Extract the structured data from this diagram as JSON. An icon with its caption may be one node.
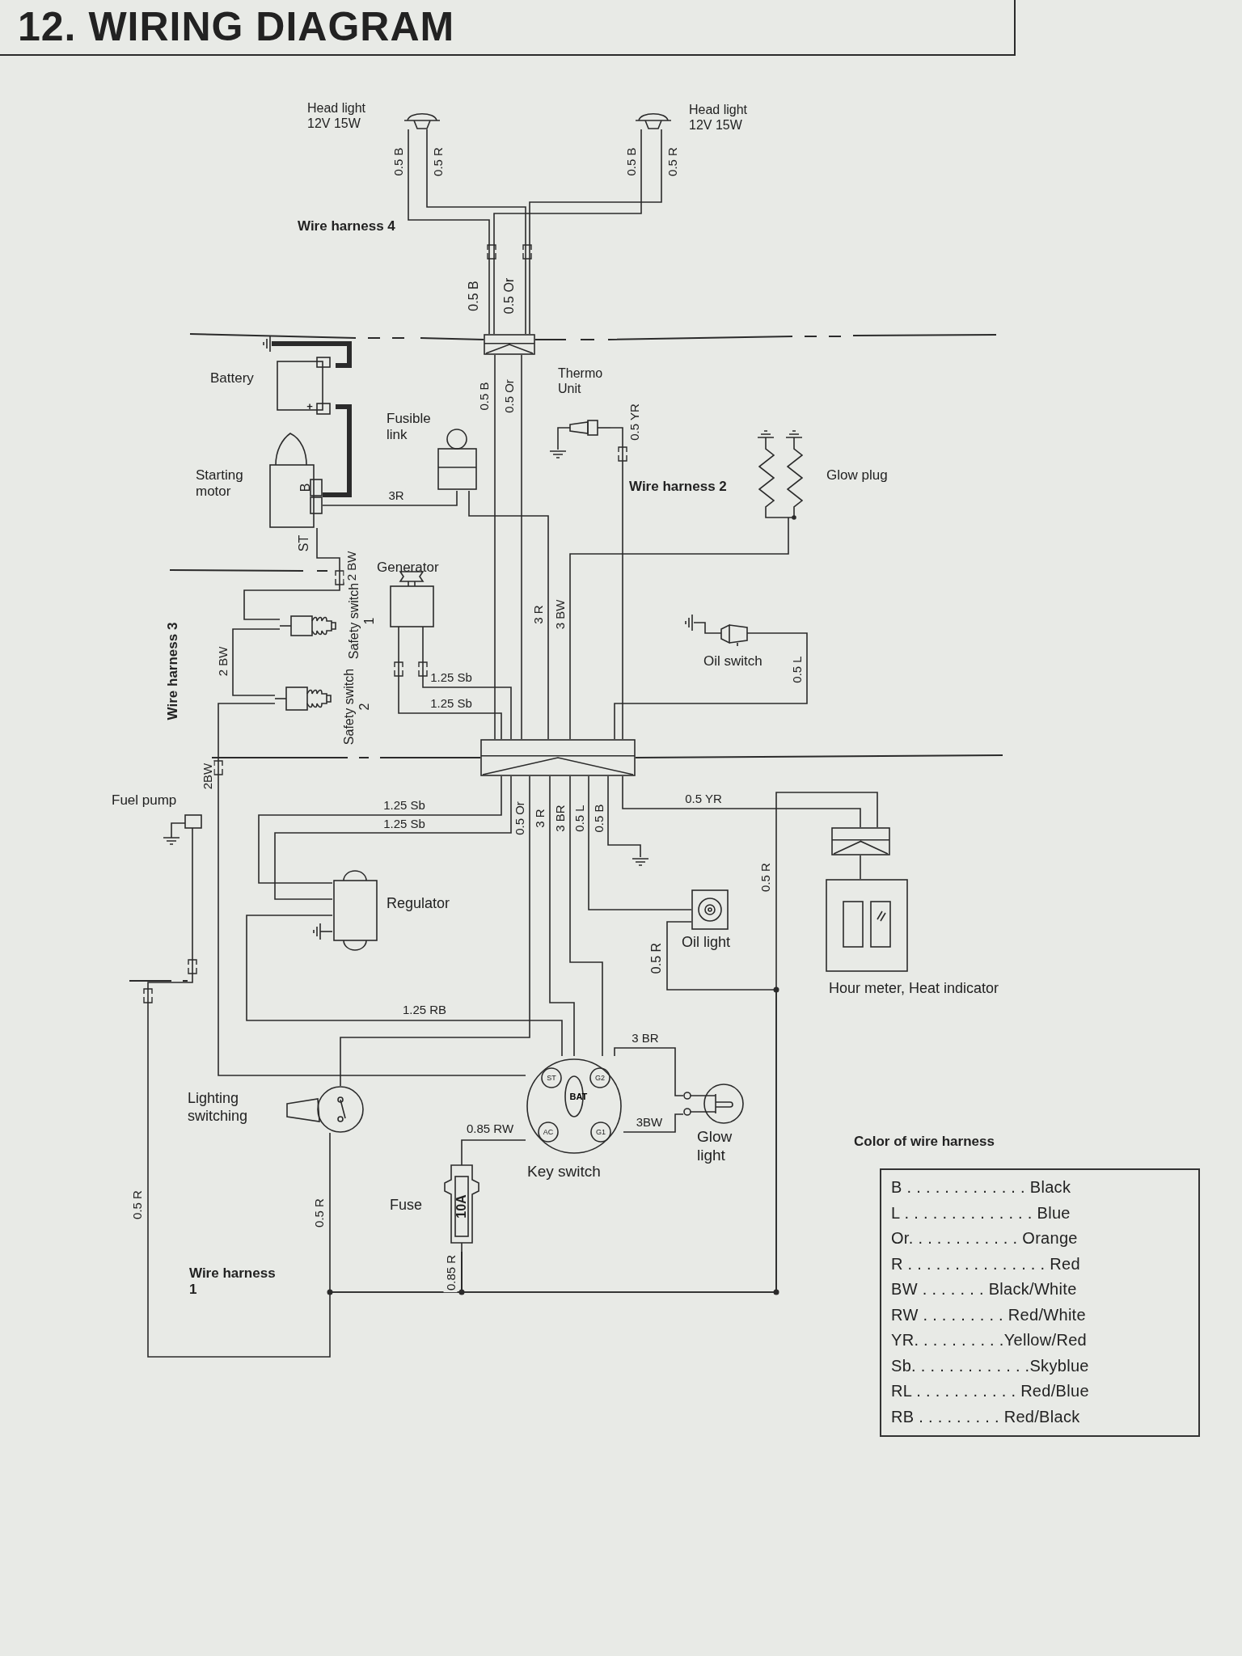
{
  "diagram": {
    "title": "12. WIRING DIAGRAM",
    "nodes": [
      {
        "text": [
          "Head light 12V 15W"
        ]
      },
      {
        "text": [
          "Head light 12V 15W"
        ]
      },
      {
        "text": [],
        "shape": "box"
      },
      {
        "text": [
          "Battery"
        ]
      },
      {
        "text": [
          "Starting motor"
        ]
      },
      {
        "text": [
          "Fusible link"
        ]
      },
      {
        "text": [
          "Thermo Unit"
        ]
      },
      {
        "text": [
          "Glow plug"
        ]
      },
      {
        "text": [
          "Generator"
        ]
      },
      {
        "text": [
          "Safety switch 1"
        ]
      },
      {
        "text": [
          "Safety switch 2"
        ]
      },
      {
        "text": [
          "Oil switch"
        ]
      },
      {
        "text": [],
        "shape": "box"
      },
      {
        "text": [
          "Fuel pump"
        ]
      },
      {
        "text": [
          "Regulator"
        ]
      },
      {
        "text": [
          "Oil light"
        ]
      },
      {
        "text": [],
        "shape": "box"
      },
      {
        "text": [
          "Hour meter, Heat indicator"
        ]
      },
      {
        "text": [
          "Lighting switching"
        ]
      },
      {
        "text": [
          "Key switch"
        ]
      },
      {
        "text": [
          "Glow light"
        ]
      },
      {
        "text": [
          "Fuse",
          "10A"
        ]
      }
    ],
    "edges": [
      {
        "from": 0,
        "to": 2,
        "arrow": "none",
        "label": "0.5 B"
      },
      {
        "from": 0,
        "to": 2,
        "arrow": "none",
        "label": "0.5 R"
      },
      {
        "from": 1,
        "to": 2,
        "arrow": "none",
        "label": "0.5 B"
      },
      {
        "from": 1,
        "to": 2,
        "arrow": "none",
        "label": "0.5 R"
      },
      {
        "from": 2,
        "to": 12,
        "arrow": "none",
        "label": "0.5 B"
      },
      {
        "from": 2,
        "to": 12,
        "arrow": "none",
        "label": "0.5 Or"
      },
      {
        "from": 3,
        "to": null,
        "arrow": "none",
        "style": "thick"
      },
      {
        "from": 3,
        "to": 4,
        "arrow": "none",
        "style": "thick"
      },
      {
        "from": 4,
        "to": 5,
        "arrow": "none",
        "label": "3R"
      },
      {
        "from": 5,
        "to": 12,
        "arrow": "none",
        "label": "3 R"
      },
      {
        "from": 7,
        "to": 12,
        "arrow": "none",
        "label": "3 BW"
      },
      {
        "from": 6,
        "to": 12,
        "arrow": "none",
        "label": "0.5 YR"
      },
      {
        "from": 11,
        "to": 12,
        "arrow": "none",
        "label": "0.5 L"
      },
      {
        "from": 8,
        "to": 12,
        "arrow": "none",
        "label": "1.25 Sb"
      },
      {
        "from": 8,
        "to": 12,
        "arrow": "none",
        "label": "1.25 Sb"
      },
      {
        "from": 12,
        "to": 18,
        "arrow": "none",
        "label": "0.5 Or"
      },
      {
        "from": 12,
        "to": 19,
        "arrow": "none",
        "label": "3 R"
      },
      {
        "from": 12,
        "to": 19,
        "arrow": "none",
        "label": "3 BR"
      },
      {
        "from": 12,
        "to": 15,
        "arrow": "none",
        "label": "0.5 L"
      },
      {
        "from": 12,
        "to": null,
        "arrow": "none",
        "label": "0.5 B"
      },
      {
        "from": 12,
        "to": 16,
        "arrow": "none",
        "label": "0.5 YR"
      },
      {
        "from": 16,
        "to": 17,
        "arrow": "none"
      },
      {
        "from": 12,
        "to": 14,
        "arrow": "none",
        "label": "1.25 Sb"
      },
      {
        "from": 12,
        "to": 14,
        "arrow": "none",
        "label": "1.25 Sb"
      },
      {
        "from": 14,
        "to": 19,
        "arrow": "none",
        "label": "1.25 RB"
      },
      {
        "from": 19,
        "to": 10,
        "arrow": "none",
        "label": "2BW"
      },
      {
        "from": 9,
        "to": 10,
        "arrow": "none",
        "label": "2 BW"
      },
      {
        "from": 9,
        "to": 4,
        "arrow": "none",
        "label": "2 BW"
      },
      {
        "from": 19,
        "to": 21,
        "arrow": "none",
        "label": "0.85 RW"
      },
      {
        "from": 19,
        "to": 20,
        "arrow": "none",
        "label": "3 BR"
      },
      {
        "from": 19,
        "to": 20,
        "arrow": "none",
        "label": "3BW"
      },
      {
        "from": 21,
        "to": 15,
        "arrow": "none",
        "label": "0.85 R"
      },
      {
        "from": 21,
        "to": 16,
        "arrow": "none",
        "label": "0.5 R"
      },
      {
        "from": 21,
        "to": 18,
        "arrow": "none",
        "label": "0.5 R"
      },
      {
        "from": 21,
        "to": 13,
        "arrow": "none",
        "label": "0.5 R"
      },
      {
        "from": 6,
        "to": null,
        "arrow": "none"
      },
      {
        "from": 11,
        "to": null,
        "arrow": "none"
      }
    ],
    "labels": [
      "Wire harness 4",
      "0.5 B",
      "0.5 Or",
      "+",
      "B",
      "ST",
      "Wire harness 2",
      "Wire harness 3",
      "0.5 R",
      "ST",
      "BAT",
      "G2",
      "AC",
      "G1",
      "Wire harness 1",
      "Color of wire harness",
      "B . . . . . . . . . . . . . Black",
      "L . . . . . . . . . . . . . . Blue",
      "Or. . . . . . . . . . . . Orange",
      "R . . . . . . . . . . . . . . . Red",
      "BW . . . . . . . Black/White",
      "RW . . . . . . . . . Red/White",
      "YR. . . . . . . . . .Yellow/Red",
      "Sb. . . . . . . . . . . . .Skyblue",
      "RL . . . . . . . . . . . Red/Blue",
      "RB . . . . . . . . . Red/Black"
    ]
  }
}
